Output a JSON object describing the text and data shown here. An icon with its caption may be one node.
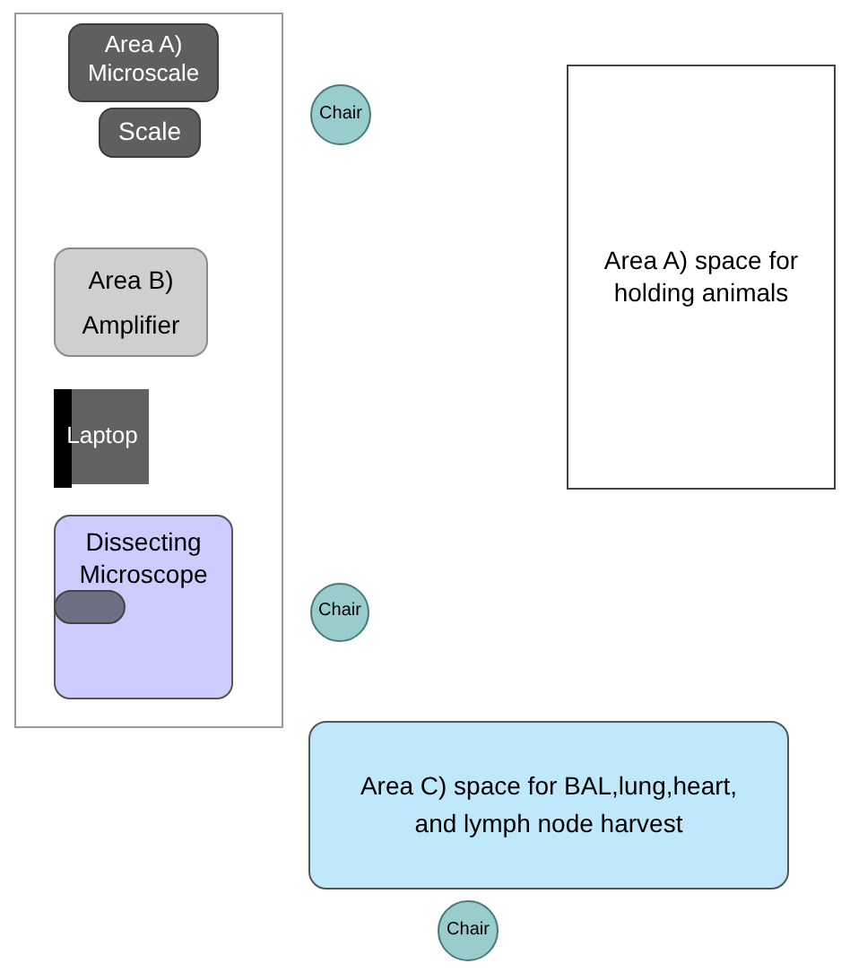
{
  "diagram": {
    "nodes": [
      {
        "text": [],
        "shape": "box"
      },
      {
        "text": [
          "Area A) Microscale"
        ],
        "in": 0
      },
      {
        "text": [
          "Scale"
        ],
        "in": 0
      },
      {
        "text": [
          "Area B) Amplifier"
        ],
        "in": 0
      },
      {
        "text": [
          "Laptop"
        ],
        "in": 0
      },
      {
        "text": [
          "Dissecting Microscope"
        ],
        "in": 0
      },
      {
        "text": [],
        "shape": "oval",
        "in": 5
      },
      {
        "text": [
          "Chair"
        ]
      },
      {
        "text": [
          "Area A) space for holding animals"
        ]
      },
      {
        "text": [
          "Chair"
        ]
      },
      {
        "text": [
          "Area C) space for BAL,lung,heart, and lymph node harvest"
        ]
      },
      {
        "text": [
          "Chair"
        ]
      }
    ]
  }
}
